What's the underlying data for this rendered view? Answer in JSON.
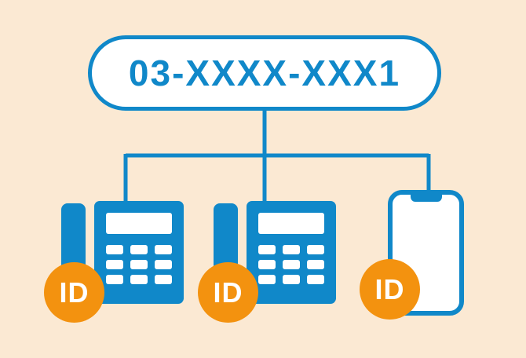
{
  "colors": {
    "background": "#fbe9d3",
    "primary_blue": "#1088c9",
    "badge_orange": "#f3920f",
    "white": "#ffffff"
  },
  "diagram": {
    "phone_number": "03-XXXX-XXX1"
  },
  "devices": [
    {
      "type": "desk-phone",
      "badge": "ID"
    },
    {
      "type": "desk-phone",
      "badge": "ID"
    },
    {
      "type": "smartphone",
      "badge": "ID"
    }
  ]
}
